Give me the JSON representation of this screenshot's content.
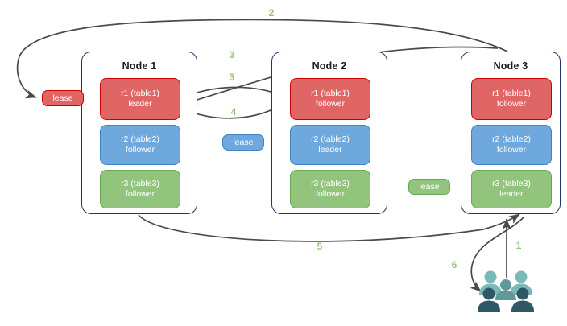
{
  "diagram": {
    "title": "distributed-database-lease-transfer",
    "background": "#ffffff",
    "arrow_color": "#4a4a4a",
    "step_label_color": "#93c47d",
    "node_border_color": "#1f3864"
  },
  "nodes": [
    {
      "id": "node1",
      "title": "Node 1",
      "replicas": [
        {
          "id": "n1r1",
          "line1": "r1 (table1)",
          "line2": "leader",
          "color": "#e06666",
          "border": "#cc0000",
          "kind": "red"
        },
        {
          "id": "n1r2",
          "line1": "r2 (table2)",
          "line2": "follower",
          "color": "#6fa8dc",
          "border": "#3d85c6",
          "kind": "blue"
        },
        {
          "id": "n1r3",
          "line1": "r3 (table3)",
          "line2": "follower",
          "color": "#93c47d",
          "border": "#6aa84f",
          "kind": "green"
        }
      ]
    },
    {
      "id": "node2",
      "title": "Node 2",
      "replicas": [
        {
          "id": "n2r1",
          "line1": "r1 (table1)",
          "line2": "follower",
          "color": "#e06666",
          "border": "#cc0000",
          "kind": "red"
        },
        {
          "id": "n2r2",
          "line1": "r2 (table2)",
          "line2": "leader",
          "color": "#6fa8dc",
          "border": "#3d85c6",
          "kind": "blue"
        },
        {
          "id": "n2r3",
          "line1": "r3 (table3)",
          "line2": "follower",
          "color": "#93c47d",
          "border": "#6aa84f",
          "kind": "green"
        }
      ]
    },
    {
      "id": "node3",
      "title": "Node 3",
      "replicas": [
        {
          "id": "n3r1",
          "line1": "r1 (table1)",
          "line2": "follower",
          "color": "#e06666",
          "border": "#cc0000",
          "kind": "red"
        },
        {
          "id": "n3r2",
          "line1": "r2 (table2)",
          "line2": "follower",
          "color": "#6fa8dc",
          "border": "#3d85c6",
          "kind": "blue"
        },
        {
          "id": "n3r3",
          "line1": "r3 (table3)",
          "line2": "leader",
          "color": "#93c47d",
          "border": "#6aa84f",
          "kind": "green"
        }
      ]
    }
  ],
  "leases": [
    {
      "id": "lease-red",
      "label": "lease",
      "color": "#e06666",
      "border": "#cc0000"
    },
    {
      "id": "lease-blue",
      "label": "lease",
      "color": "#6fa8dc",
      "border": "#3d85c6"
    },
    {
      "id": "lease-green",
      "label": "lease",
      "color": "#93c47d",
      "border": "#6aa84f"
    }
  ],
  "steps": [
    {
      "id": "step-1",
      "label": "1"
    },
    {
      "id": "step-2",
      "label": "2"
    },
    {
      "id": "step-3a",
      "label": "3"
    },
    {
      "id": "step-3b",
      "label": "3"
    },
    {
      "id": "step-4",
      "label": "4"
    },
    {
      "id": "step-5",
      "label": "5"
    },
    {
      "id": "step-6",
      "label": "6"
    }
  ],
  "actors": {
    "id": "users-group",
    "label": "users",
    "back_color": "#7bb8b8",
    "mid_color": "#5f9a9a",
    "front_color": "#2f5866"
  }
}
